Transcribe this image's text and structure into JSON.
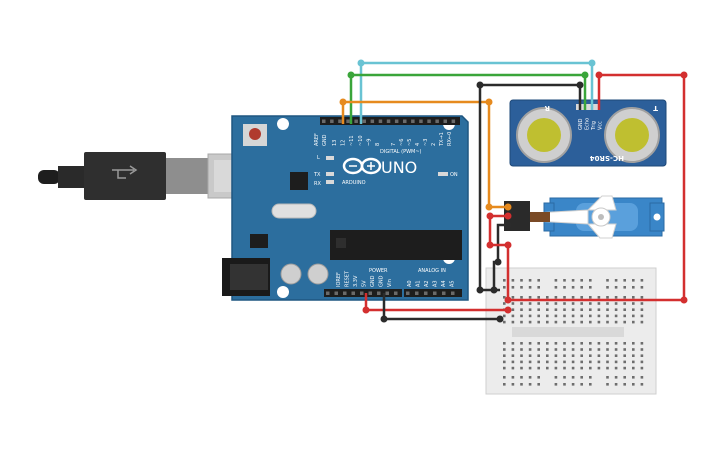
{
  "board": {
    "name": "UNO",
    "brand": "ARDUINO",
    "digital_label": "DIGITAL (PWM~)",
    "power_label": "POWER",
    "analog_label": "ANALOG IN",
    "on_label": "ON",
    "l_label": "L",
    "tx_label": "TX",
    "rx_label": "RX",
    "aref_label": "AREF",
    "gnd_label": "GND",
    "digital_pins": [
      "13",
      "12",
      "~11",
      "~10",
      "~9",
      "8",
      "7",
      "~6",
      "~5",
      "4",
      "~3",
      "2",
      "TX→1",
      "RX←0"
    ],
    "power_pins": [
      "IOREF",
      "RESET",
      "3.3V",
      "5V",
      "GND",
      "GND",
      "Vin"
    ],
    "analog_pins": [
      "A0",
      "A1",
      "A2",
      "A3",
      "A4",
      "A5"
    ]
  },
  "sensor": {
    "model": "HC-SR04",
    "t_label": "T",
    "r_label": "R",
    "pins": [
      "GND",
      "Echo",
      "Trig",
      "Vcc"
    ]
  },
  "colors": {
    "board_blue": "#2c6e9e",
    "board_edge": "#1f5680",
    "wire_red": "#d32f2f",
    "wire_black": "#2b2b2b",
    "wire_orange": "#e68a1e",
    "wire_green": "#3aa53a",
    "wire_cyan": "#69c3d3",
    "servo_blue": "#3a86c8",
    "breadboard": "#ececec"
  }
}
